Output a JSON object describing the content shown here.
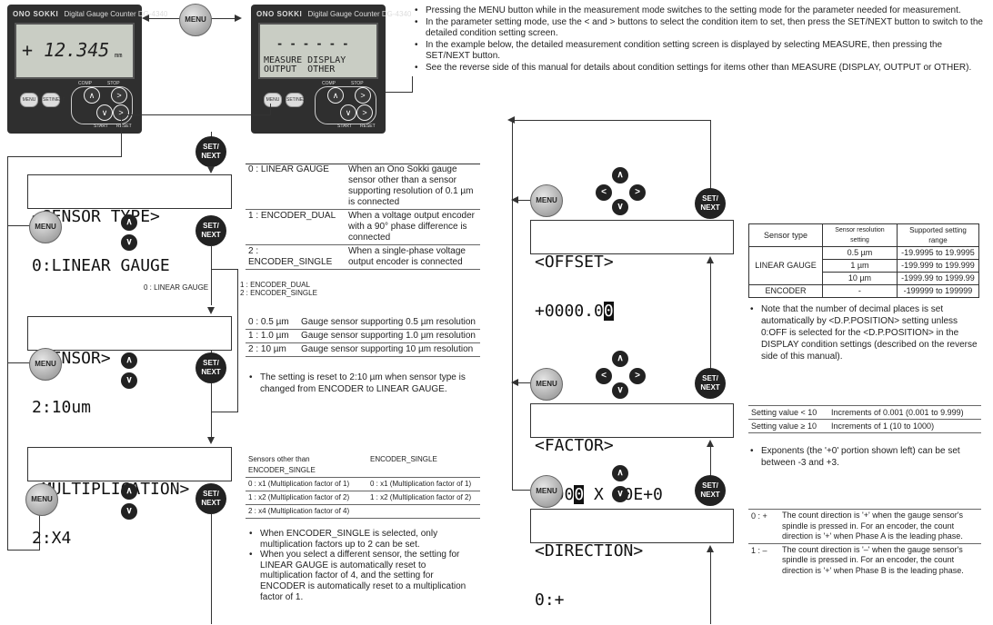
{
  "device": {
    "brand": "ONO SOKKI",
    "model": "Digital Gauge Counter DG-4340",
    "display_value": "+ 12.345",
    "display_unit": "mm",
    "setting_display_dash": "- - - - - -",
    "setting_display_row1": "MEASURE DISPLAY",
    "setting_display_row2": "OUTPUT  OTHER",
    "btn_menu": "MENU",
    "btn_set": "SET/NEXT",
    "lbl_comp": "COMP",
    "lbl_stop": "STOP",
    "lbl_start": "START",
    "lbl_reset": "RESET"
  },
  "buttons": {
    "menu": "MENU",
    "set_line1": "SET/",
    "set_line2": "NEXT",
    "up": "∧",
    "down": "∨",
    "left": "<",
    "right": ">"
  },
  "intro": [
    "Pressing the MENU button while in the measurement mode switches to the setting mode for the parameter needed for measurement.",
    "In the parameter setting mode, use the < and > buttons to select the condition item to set, then press the SET/NEXT button to switch to the detailed condition setting screen.",
    "In the example below, the detailed measurement condition setting screen is displayed by selecting MEASURE, then pressing the SET/NEXT button.",
    "See the reverse side of this manual for details about condition settings for items other than MEASURE (DISPLAY, OUTPUT or OTHER)."
  ],
  "screens": {
    "sensor_type_1": "<SENSOR TYPE>",
    "sensor_type_2": "0:LINEAR GAUGE",
    "sensor_1": "<SENSOR>",
    "sensor_2": "2:10um",
    "mult_1": "<MULTIPLICATION>",
    "mult_2": "2:X4",
    "offset_1": "<OFFSET>",
    "offset_2": "+0000.0",
    "offset_cursor": "0",
    "factor_1": "<FACTOR>",
    "factor_2a": "1.00",
    "factor_cursor": "0",
    "factor_2b": " X 10E+0",
    "direction_1": "<DIRECTION>",
    "direction_2": "0:+"
  },
  "sensor_type_table": [
    {
      "code": "0 : LINEAR GAUGE",
      "desc": "When an Ono Sokki gauge sensor other than a sensor supporting resolution of 0.1 µm is connected"
    },
    {
      "code": "1 : ENCODER_DUAL",
      "desc": "When a voltage output encoder with a 90° phase difference is connected"
    },
    {
      "code": "2 : ENCODER_SINGLE",
      "desc": "When a single-phase voltage output encoder is connected"
    }
  ],
  "branch_labels": {
    "linear": "0 : LINEAR GAUGE",
    "enc1": "1 : ENCODER_DUAL",
    "enc2": "2 : ENCODER_SINGLE"
  },
  "sensor_table": [
    {
      "code": "0 : 0.5 µm",
      "desc": "Gauge sensor supporting 0.5 µm resolution"
    },
    {
      "code": "1 : 1.0 µm",
      "desc": "Gauge sensor supporting 1.0 µm resolution"
    },
    {
      "code": "2 : 10 µm",
      "desc": "Gauge sensor supporting 10 µm resolution"
    }
  ],
  "sensor_note": "The setting is reset to 2:10 µm when sensor type is changed from ENCODER to LINEAR GAUGE.",
  "mult_table": {
    "headers": [
      "Sensors other than ENCODER_SINGLE",
      "ENCODER_SINGLE"
    ],
    "rows": [
      [
        "0 : x1 (Multiplication factor of 1)",
        "0 : x1 (Multiplication factor of 1)"
      ],
      [
        "1 : x2 (Multiplication factor of 2)",
        "1 : x2 (Multiplication factor of 2)"
      ],
      [
        "2 : x4 (Multiplication factor of 4)",
        ""
      ]
    ]
  },
  "mult_notes": [
    "When ENCODER_SINGLE is selected, only multiplication factors up to 2 can be set.",
    "When you select a different sensor, the setting for LINEAR GAUGE is automatically reset to multiplication factor of 4, and the setting for ENCODER is automatically reset to a multiplication factor of 1."
  ],
  "range_table": {
    "headers": [
      "Sensor type",
      "Sensor resolution setting",
      "Supported setting range"
    ],
    "linear": "LINEAR GAUGE",
    "rows": [
      [
        "0.5 µm",
        "-19.9995 to 19.9995"
      ],
      [
        "1 µm",
        "-199.999 to 199.999"
      ],
      [
        "10 µm",
        "-1999.99 to 1999.99"
      ]
    ],
    "encoder": [
      "ENCODER",
      "-",
      "-199999 to 199999"
    ]
  },
  "offset_note": "Note that the number of decimal places is set automatically by <D.P.POSITION> setting unless 0:OFF is selected for the <D.P.POSITION> in the DISPLAY condition settings (described on the reverse side of this manual).",
  "factor_table": [
    [
      "Setting value < 10",
      "Increments of 0.001 (0.001 to 9.999)"
    ],
    [
      "Setting value ≥ 10",
      "Increments of 1 (10 to 1000)"
    ]
  ],
  "factor_note": "Exponents (the '+0' portion shown left) can be set between -3 and +3.",
  "direction_table": [
    {
      "code": "0 : +",
      "desc": "The count direction is '+' when the gauge sensor's spindle is pressed in. For an encoder, the count direction is '+' when Phase A is the leading phase."
    },
    {
      "code": "1 : –",
      "desc": "The count direction is '–' when the gauge sensor's spindle is pressed in. For an encoder, the count direction is '+' when Phase B is the leading phase."
    }
  ]
}
